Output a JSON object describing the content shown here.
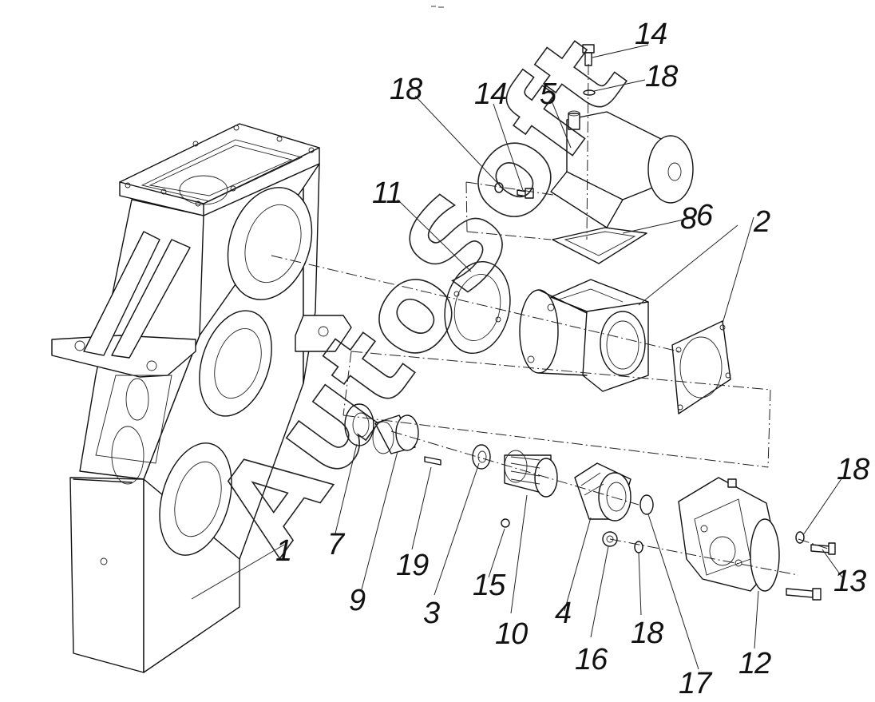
{
  "diagram": {
    "watermark": "AutoSoft",
    "callouts": [
      {
        "id": "c1",
        "label": "1"
      },
      {
        "id": "c2",
        "label": "2"
      },
      {
        "id": "c3",
        "label": "3"
      },
      {
        "id": "c4",
        "label": "4"
      },
      {
        "id": "c5",
        "label": "5"
      },
      {
        "id": "c6",
        "label": "6"
      },
      {
        "id": "c7",
        "label": "7"
      },
      {
        "id": "c8",
        "label": "8"
      },
      {
        "id": "c9",
        "label": "9"
      },
      {
        "id": "c10",
        "label": "10"
      },
      {
        "id": "c11",
        "label": "11"
      },
      {
        "id": "c12",
        "label": "12"
      },
      {
        "id": "c13",
        "label": "13"
      },
      {
        "id": "c14a",
        "label": "14"
      },
      {
        "id": "c14b",
        "label": "14"
      },
      {
        "id": "c15",
        "label": "15"
      },
      {
        "id": "c16",
        "label": "16"
      },
      {
        "id": "c17",
        "label": "17"
      },
      {
        "id": "c18a",
        "label": "18"
      },
      {
        "id": "c18b",
        "label": "18"
      },
      {
        "id": "c18c",
        "label": "18"
      },
      {
        "id": "c18d",
        "label": "18"
      },
      {
        "id": "c19",
        "label": "19"
      }
    ]
  }
}
